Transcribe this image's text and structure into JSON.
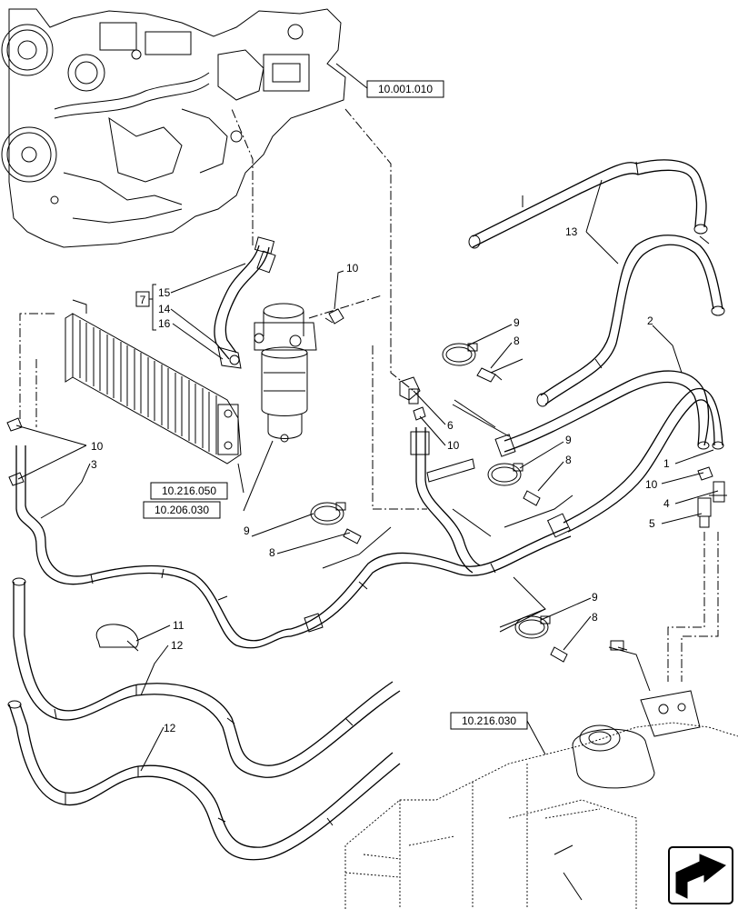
{
  "refs": {
    "engine": "10.001.010",
    "filter_ref_a": "10.216.050",
    "filter_ref_b": "10.206.030",
    "tank": "10.216.030"
  },
  "callouts": {
    "kit": "7",
    "c15": "15",
    "c14": "14",
    "c16": "16",
    "c10_top": "10",
    "c13": "13",
    "c2": "2",
    "c9_a": "9",
    "c8_a": "8",
    "c6": "6",
    "c10_mid": "10",
    "c9_b": "9",
    "c8_b": "8",
    "c1": "1",
    "c10_right": "10",
    "c4": "4",
    "c5": "5",
    "c10_left": "10",
    "c3": "3",
    "c9_c": "9",
    "c8_c": "8",
    "c9_d": "9",
    "c8_d": "8",
    "c11": "11",
    "c12_a": "12",
    "c12_b": "12"
  },
  "icons": {
    "nav": "next-page-arrow-icon"
  }
}
